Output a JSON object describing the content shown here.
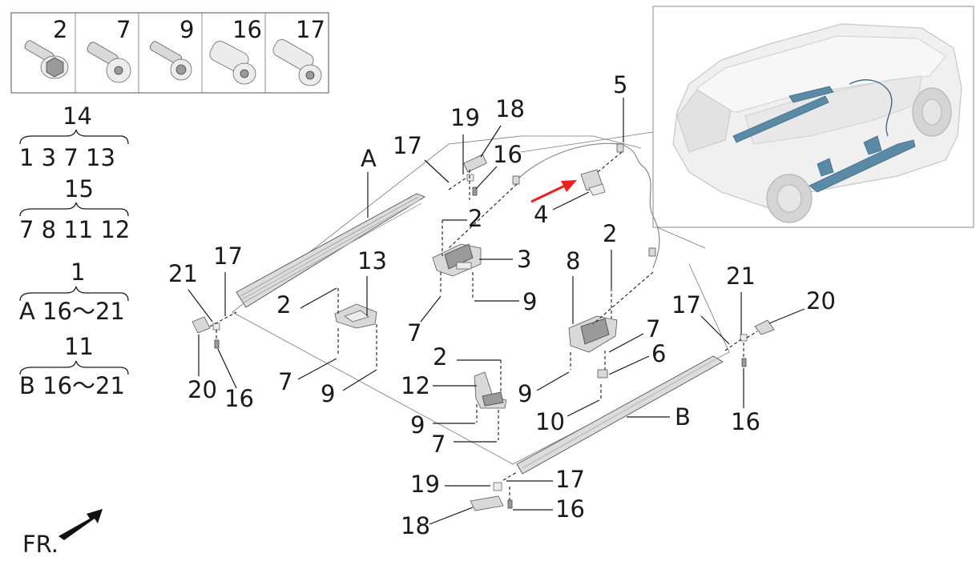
{
  "fastener_box": {
    "items": [
      {
        "num": "2"
      },
      {
        "num": "7"
      },
      {
        "num": "9"
      },
      {
        "num": "16"
      },
      {
        "num": "17"
      }
    ]
  },
  "kits": [
    {
      "header": "14",
      "members": "1  3  7  13"
    },
    {
      "header": "15",
      "members": "7  8 11 12"
    },
    {
      "header": "1",
      "members": "A  16～21"
    },
    {
      "header": "11",
      "members": "B  16～21"
    }
  ],
  "callouts": {
    "rail_a": "A",
    "rail_b": "B",
    "c17_top": "17",
    "c19_top": "19",
    "c18_top": "18",
    "c16_top": "16",
    "c5": "5",
    "c4": "4",
    "c2_center": "2",
    "c3": "3",
    "c9_center": "9",
    "c7_center": "7",
    "c2_right": "2",
    "c8": "8",
    "c7_right": "7",
    "c6": "6",
    "c9_right": "9",
    "c10": "10",
    "c13": "13",
    "c2_left": "2",
    "c7_left": "7",
    "c9_left": "9",
    "c17_left": "17",
    "c21_left": "21",
    "c20_left": "20",
    "c16_left": "16",
    "c2_lower": "2",
    "c12": "12",
    "c9_lower": "9",
    "c7_lower": "7",
    "c21_right": "21",
    "c17_right": "17",
    "c20_right": "20",
    "c16_right": "16",
    "c19_bottom": "19",
    "c17_bottom": "17",
    "c16_bottom": "16",
    "c18_bottom": "18"
  },
  "front_marker": {
    "label": "FR."
  },
  "icons": [
    "direction-arrow-icon",
    "red-pointer-arrow-icon",
    "vehicle-inset-illustration"
  ],
  "colors": {
    "pointer": "#e8221c",
    "highlight": "#5b8aa6",
    "part": "#d9d9d9"
  }
}
